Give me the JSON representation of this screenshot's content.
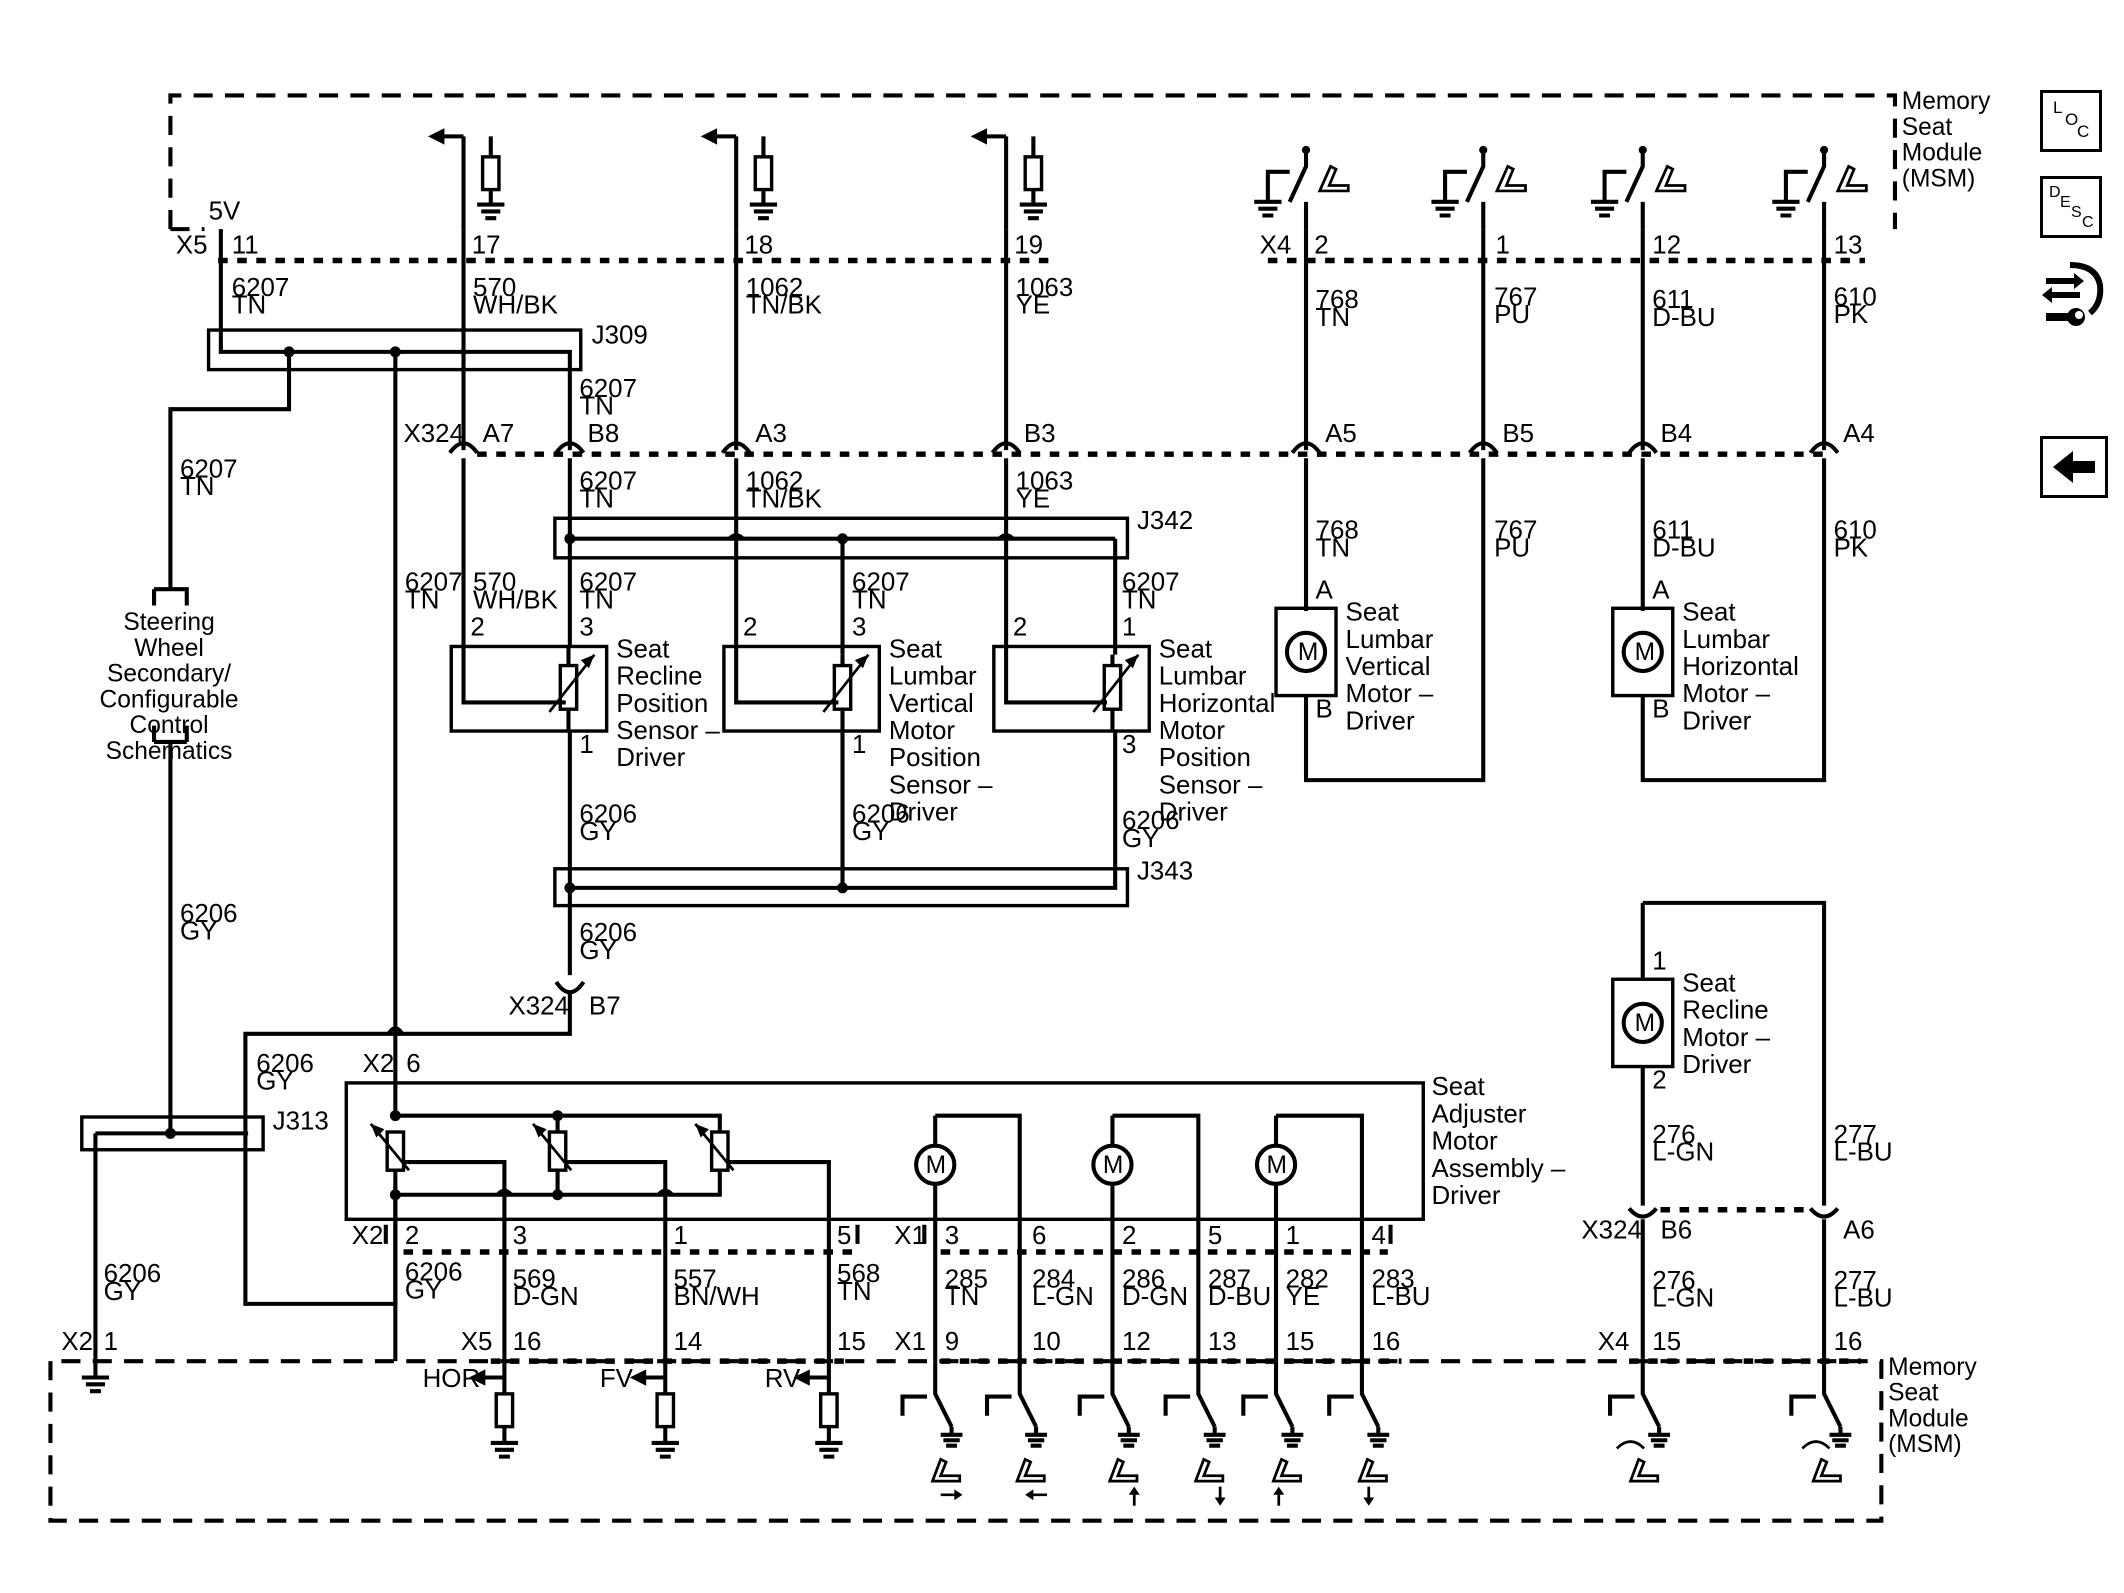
{
  "module": {
    "top_label": "Memory\nSeat\nModule\n(MSM)",
    "bottom_label": "Memory\nSeat\nModule\n(MSM)",
    "volt": "5V"
  },
  "connectors": {
    "X5": "X5",
    "X4": "X4",
    "X324": "X324",
    "X2": "X2",
    "X1": "X1",
    "J309": "J309",
    "J342": "J342",
    "J343": "J343",
    "J313": "J313"
  },
  "top_pins": [
    {
      "pin": "11",
      "circuit": "6207",
      "color": "TN"
    },
    {
      "pin": "17",
      "circuit": "570",
      "color": "WH/BK"
    },
    {
      "pin": "18",
      "circuit": "1062",
      "color": "TN/BK"
    },
    {
      "pin": "19",
      "circuit": "1063",
      "color": "YE"
    },
    {
      "pin": "2",
      "circuit": "768",
      "color": "TN"
    },
    {
      "pin": "1",
      "circuit": "767",
      "color": "PU"
    },
    {
      "pin": "12",
      "circuit": "611",
      "color": "D-BU"
    },
    {
      "pin": "13",
      "circuit": "610",
      "color": "PK"
    }
  ],
  "x324_pins": [
    "A7",
    "B8",
    "A3",
    "B3",
    "A5",
    "B5",
    "B4",
    "A4",
    "B7",
    "B6",
    "A6"
  ],
  "wire_labels": {
    "c6207": "6207",
    "tn": "TN",
    "c570": "570",
    "whbk": "WH/BK",
    "c1062": "1062",
    "tnbk": "TN/BK",
    "c1063": "1063",
    "ye": "YE",
    "c768": "768",
    "c767": "767",
    "pu": "PU",
    "c611": "611",
    "dbu": "D-BU",
    "c610": "610",
    "pk": "PK",
    "c6206": "6206",
    "gy": "GY",
    "c276": "276",
    "lgn": "L-GN",
    "c277": "277",
    "lbu": "L-BU"
  },
  "sensors": [
    {
      "name": "Seat\nRecline\nPosition\nSensor –\nDriver",
      "pins": [
        "2",
        "3",
        "1"
      ]
    },
    {
      "name": "Seat\nLumbar\nVertical\nMotor\nPosition\nSensor –\nDriver",
      "pins": [
        "2",
        "3",
        "1"
      ]
    },
    {
      "name": "Seat\nLumbar\nHorizontal\nMotor\nPosition\nSensor –\nDriver",
      "pins": [
        "2",
        "1",
        "3"
      ]
    }
  ],
  "motors": [
    {
      "name": "Seat\nLumbar\nVertical\nMotor –\nDriver",
      "pins": [
        "A",
        "B"
      ]
    },
    {
      "name": "Seat\nLumbar\nHorizontal\nMotor –\nDriver",
      "pins": [
        "A",
        "B"
      ]
    },
    {
      "name": "Seat\nRecline\nMotor –\nDriver",
      "pins": [
        "1",
        "2"
      ]
    }
  ],
  "steering": "Steering\nWheel\nSecondary/\nConfigurable\nControl\nSchematics",
  "assembly": {
    "name": "Seat\nAdjuster\nMotor\nAssembly –\nDriver",
    "motor_symbol": "M"
  },
  "x2_pins": [
    "6",
    "2",
    "3",
    "1",
    "5"
  ],
  "x1_pins": [
    "3",
    "6",
    "2",
    "5",
    "1",
    "4"
  ],
  "bottom_wires": [
    {
      "circuit": "6206",
      "color": "GY"
    },
    {
      "circuit": "569",
      "color": "D-GN"
    },
    {
      "circuit": "557",
      "color": "BN/WH"
    },
    {
      "circuit": "568",
      "color": "TN"
    },
    {
      "circuit": "285",
      "color": "TN"
    },
    {
      "circuit": "284",
      "color": "L-GN"
    },
    {
      "circuit": "286",
      "color": "D-GN"
    },
    {
      "circuit": "287",
      "color": "D-BU"
    },
    {
      "circuit": "282",
      "color": "YE"
    },
    {
      "circuit": "283",
      "color": "L-BU"
    }
  ],
  "module_bottom_pins": {
    "x2": [
      "1"
    ],
    "x5": [
      "16",
      "14",
      "15"
    ],
    "x1": [
      "9",
      "10",
      "12",
      "13",
      "15",
      "16"
    ],
    "x4": [
      "15",
      "16"
    ]
  },
  "signals": [
    "HOR",
    "FV",
    "RV"
  ],
  "nav": {
    "loc": {
      "a": "L",
      "b": "O",
      "c": "C"
    },
    "desc": {
      "a": "D",
      "b": "E",
      "c": "S",
      "d": "C"
    }
  }
}
